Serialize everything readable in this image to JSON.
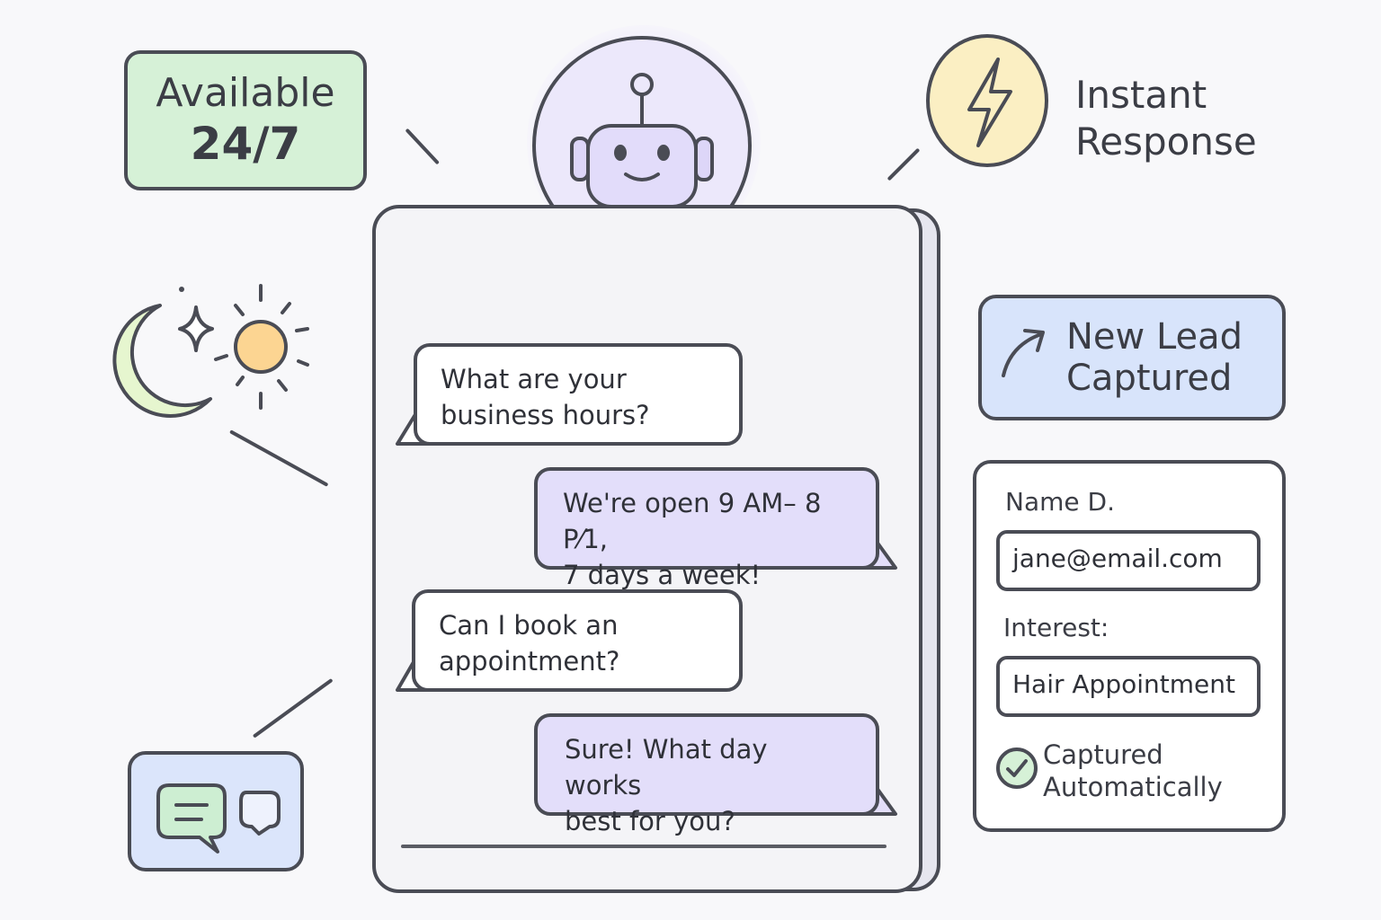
{
  "badges": {
    "available": {
      "line1": "Available",
      "line2": "24/7"
    },
    "instant": {
      "line1": "Instant",
      "line2": "Response"
    },
    "lead": {
      "line1": "New Lead",
      "line2": "Captured"
    }
  },
  "chat": {
    "messages": [
      {
        "from": "user",
        "line1": "What are your",
        "line2": "business hours?"
      },
      {
        "from": "bot",
        "line1": "We're open 9 AM– 8 P⁄1,",
        "line2": "7 days a week!"
      },
      {
        "from": "user",
        "line1": "Can I book an",
        "line2": "appointment?"
      },
      {
        "from": "bot",
        "line1": "Sure! What day works",
        "line2": "best for you?"
      }
    ]
  },
  "form": {
    "name_label": "Name D.",
    "email_value": "jane@email.com",
    "interest_label": "Interest:",
    "interest_value": "Hair Appointment",
    "status_line1": "Captured",
    "status_line2": "Automatically"
  },
  "colors": {
    "green_badge": "#d6f1d7",
    "purple_bot": "#e3defa",
    "yellow_bolt": "#fbefc3",
    "blue_lead": "#d8e4fb",
    "outline": "#4a4c55"
  },
  "icons": [
    "robot-icon",
    "lightning-bolt-icon",
    "moon-icon",
    "star-icon",
    "sun-icon",
    "arrow-up-right-icon",
    "check-circle-icon",
    "chat-bubbles-icon"
  ]
}
